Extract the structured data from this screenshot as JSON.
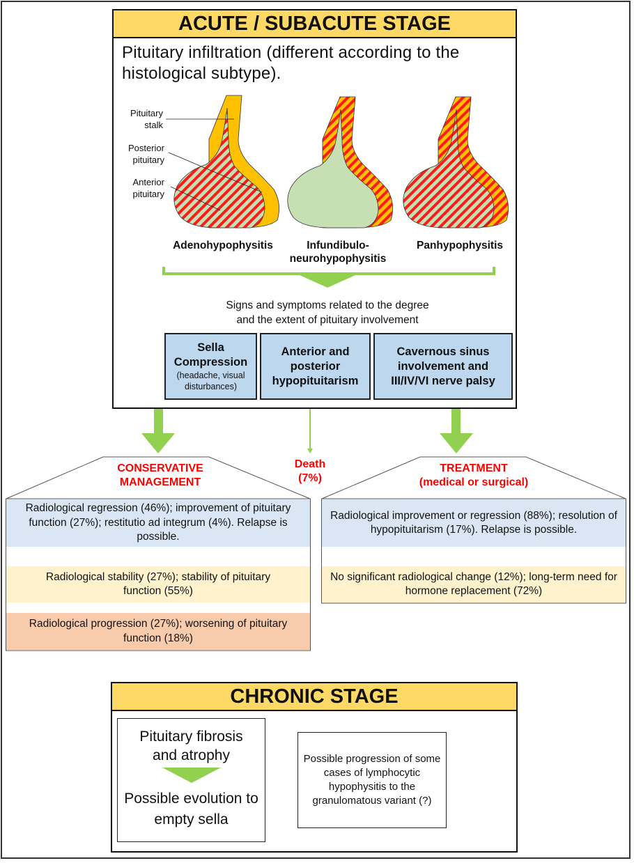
{
  "acute": {
    "title": "ACUTE / SUBACUTE STAGE",
    "intro": "Pituitary infiltration (different according to the histological subtype).",
    "labels": {
      "stalk": [
        "Pituitary",
        "stalk"
      ],
      "posterior": [
        "Posterior",
        "pituitary"
      ],
      "anterior": [
        "Anterior",
        "pituitary"
      ]
    },
    "types": [
      {
        "name": "Adenohypophysitis"
      },
      {
        "name_line1": "Infundibulo-",
        "name_line2": "neurohypophysitis"
      },
      {
        "name": "Panhypophysitis"
      }
    ],
    "signs_line1": "Signs and symptoms related to the degree",
    "signs_line2": "and the extent of pituitary involvement",
    "boxes": [
      {
        "title_line1": "Sella",
        "title_line2": "Compression",
        "note_line1": "(headache, visual",
        "note_line2": "disturbances)"
      },
      {
        "line1": "Anterior and",
        "line2": "posterior",
        "line3": "hypopituitarism"
      },
      {
        "line1": "Cavernous sinus",
        "line2": "involvement and",
        "line3": "III/IV/VI  nerve palsy"
      }
    ]
  },
  "death": {
    "line1": "Death",
    "line2": "(7%)"
  },
  "conservative": {
    "title_line1": "CONSERVATIVE",
    "title_line2": "MANAGEMENT",
    "outcomes": [
      {
        "text": "Radiological regression (46%); improvement of pituitary function (27%); restitutio ad integrum (4%). Relapse is possible.",
        "color": "#dae6f3"
      },
      {
        "text": "Radiological stability (27%); stability of pituitary function (55%)",
        "color": "#fff2cc"
      },
      {
        "text": "Radiological progression (27%); worsening of pituitary function (18%)",
        "color": "#f8cbad"
      }
    ]
  },
  "treatment": {
    "title_line1": "TREATMENT",
    "title_line2": "(medical or surgical)",
    "outcomes": [
      {
        "text": "Radiological improvement or regression (88%); resolution of hypopituitarism (17%). Relapse is possible.",
        "color": "#dae6f3"
      },
      {
        "text": "No significant radiological change (12%); long-term need for hormone replacement (72%)",
        "color": "#fff2cc"
      }
    ]
  },
  "chronic": {
    "title": "CHRONIC STAGE",
    "left_top": "Pituitary fibrosis and atrophy",
    "left_bottom": "Possible evolution to empty sella",
    "right": "Possible progression of some cases of lymphocytic hypophysitis to the granulomatous variant (?)"
  },
  "colors": {
    "header_yellow": "#fed966",
    "arrow_green": "#92d050",
    "gland_green": "#c6e0b4",
    "stripe_red": "#ff0000",
    "posterior_orange": "#ffc000",
    "box_blue": "#bdd7ee",
    "title_red": "#ff0000"
  }
}
